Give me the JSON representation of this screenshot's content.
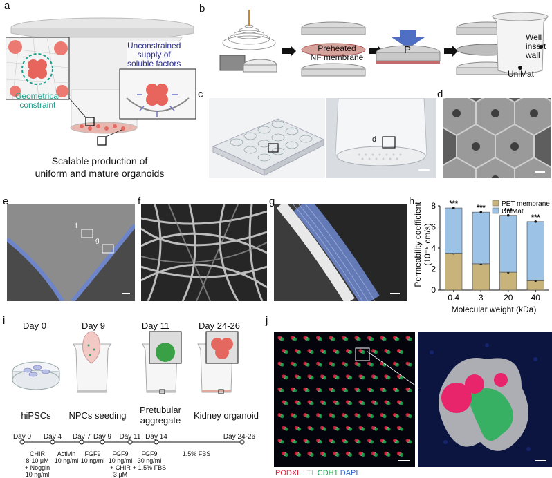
{
  "panel_labels": [
    "a",
    "b",
    "c",
    "d",
    "e",
    "f",
    "g",
    "h",
    "i",
    "j"
  ],
  "panel_a": {
    "constraint_label": "Geometrical\nconstraint",
    "supply_label": "Unconstrained\nsupply of\nsoluble factors",
    "caption": "Scalable production of\nuniform and mature organoids"
  },
  "panel_b": {
    "label_membrane": "Preheated\nNF membrane",
    "label_press": "P",
    "label_unimat": "UniMat",
    "label_wall": "Well\ninsert\nwall"
  },
  "panel_c": {
    "inset_label": "d"
  },
  "panel_e": {
    "label_f": "f",
    "label_g": "g"
  },
  "chart_data": {
    "type": "bar",
    "stacked": true,
    "categories": [
      "0.4",
      "3",
      "20",
      "40"
    ],
    "series": [
      {
        "name": "PET membrane",
        "color": "#c8b47a",
        "values": [
          3.5,
          2.5,
          1.7,
          0.9
        ]
      },
      {
        "name": "UniMat",
        "color": "#9cc3e6",
        "values": [
          4.3,
          4.9,
          5.4,
          5.6
        ]
      }
    ],
    "totals": [
      7.8,
      7.4,
      7.1,
      6.5
    ],
    "significance": [
      "***",
      "***",
      "***",
      "***"
    ],
    "xlabel": "Molecular weight (kDa)",
    "ylabel": "Permeability coefficient\n(10⁻⁵ cm/s)",
    "ylim": [
      0,
      8
    ],
    "yticks": [
      "0",
      "2",
      "4",
      "6",
      "8"
    ],
    "legend_position": "top-right"
  },
  "panel_i": {
    "stages": [
      {
        "day": "Day 0",
        "caption": "hiPSCs"
      },
      {
        "day": "Day 9",
        "caption": "NPCs seeding"
      },
      {
        "day": "Day 11",
        "caption": "Pretubular\naggregate"
      },
      {
        "day": "Day 24-26",
        "caption": "Kidney organoid"
      }
    ],
    "timeline": [
      {
        "day": "Day 0",
        "cond": ""
      },
      {
        "day": "Day 4",
        "cond": "CHIR\n8-10 μM\n+ Noggin\n10 ng/ml"
      },
      {
        "day": "Day 7",
        "cond": "Activin\n10 ng/ml"
      },
      {
        "day": "Day 9",
        "cond": "FGF9\n10 ng/ml"
      },
      {
        "day": "Day 11",
        "cond": "FGF9\n10 ng/ml\n+ CHIR\n3 μM"
      },
      {
        "day": "Day 14",
        "cond": "FGF9\n30 ng/ml\n+ 1.5% FBS"
      },
      {
        "day": "Day 24-26",
        "cond": "1.5% FBS"
      }
    ]
  },
  "panel_j": {
    "stains": [
      {
        "name": "PODXL",
        "color": "#e0203a"
      },
      {
        "name": "LTL",
        "color": "#b8b8b8"
      },
      {
        "name": "CDH1",
        "color": "#1aa54a"
      },
      {
        "name": "DAPI",
        "color": "#2f5fd0"
      }
    ]
  }
}
